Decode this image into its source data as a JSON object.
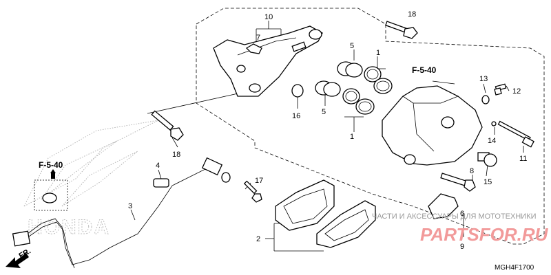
{
  "callouts": {
    "c1a": "1",
    "c1b": "1",
    "c2": "2",
    "c3": "3",
    "c4": "4",
    "c5a": "5",
    "c5b": "5",
    "c6": "6",
    "c7": "7",
    "c8": "8",
    "c9": "9",
    "c10": "10",
    "c11": "11",
    "c12": "12",
    "c13": "13",
    "c14": "14",
    "c15": "15",
    "c16": "16",
    "c17": "17",
    "c18a": "18",
    "c18b": "18"
  },
  "refs": {
    "ref_right": "F-5-40",
    "ref_left": "F-5-40"
  },
  "front_label": "FR.",
  "diagram_code": "MGH4F1700",
  "watermark": {
    "caption": "ЧАСТИ И АКСЕССУАРЫ ДЛЯ МОТОТЕХНИКИ",
    "site": "PARTSFOR.RU",
    "brand": "HONDA"
  }
}
